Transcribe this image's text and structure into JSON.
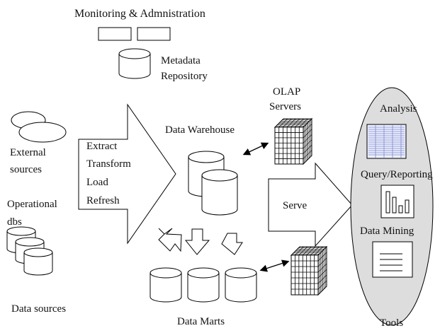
{
  "labels": {
    "monitoring": "Monitoring & Admnistration",
    "metadata_1": "Metadata",
    "metadata_2": "Repository",
    "olap_1": "OLAP",
    "olap_2": "Servers",
    "data_warehouse": "Data Warehouse",
    "external_1": "External",
    "external_2": "sources",
    "operational_1": "Operational",
    "operational_2": "dbs",
    "data_sources": "Data sources",
    "etl_1": "Extract",
    "etl_2": "Transform",
    "etl_3": "Load",
    "etl_4": "Refresh",
    "serve": "Serve",
    "data_marts": "Data Marts",
    "analysis": "Analysis",
    "query_reporting": "Query/Reporting",
    "data_mining": "Data Mining",
    "tools": "Tools"
  }
}
